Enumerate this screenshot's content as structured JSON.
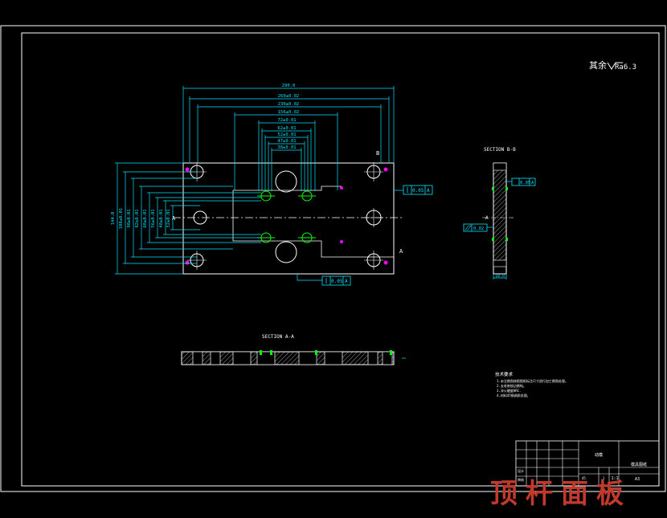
{
  "drawing": {
    "roughness_note": "其余",
    "roughness_value": "Ra6.3",
    "section_aa_title": "SECTION A-A",
    "section_bb_title": "SECTION B-B",
    "datum_a": "A",
    "datum_b": "B",
    "fcf_top_tol": "0.05",
    "fcf_bottom_tol": "0.05",
    "fcf_side_tol": "0.05",
    "flatness_tol": "0.02",
    "dims_top": [
      "290.0",
      "260±0.02",
      "230±0.02",
      "156±0.02",
      "72±0.01",
      "62±0.01",
      "52±0.01",
      "47±0.01",
      "38±0.01"
    ],
    "dims_left": [
      "144.0",
      "108±0.01",
      "98±0.01",
      "82±0.01",
      "68±0.01",
      "56±0.01",
      "48±0.01",
      "32±0.01"
    ],
    "side_dim": "18.0",
    "notes_title": "技术要求",
    "notes": [
      "1.未注倒角按照图纸标注尺寸进行加工倒角处理。",
      "2.去毛刺锐边倒钝。",
      "3.淬火硬度HRC.",
      "4.材料45钢调质处理。"
    ]
  },
  "title_block": {
    "part_name": "动模",
    "drawing_no": "模具图纸",
    "scale": "1:1",
    "sheet": "A3",
    "designer": "设计",
    "checker": "审核",
    "approver": "批准",
    "material": "45",
    "quantity": "1"
  },
  "watermark": "顶杆面板",
  "colors": {
    "line": "#ffffff",
    "dimension": "#00e5ff",
    "green": "#00ff00",
    "accent": "#ff00ff",
    "watermark": "#c0392b"
  }
}
